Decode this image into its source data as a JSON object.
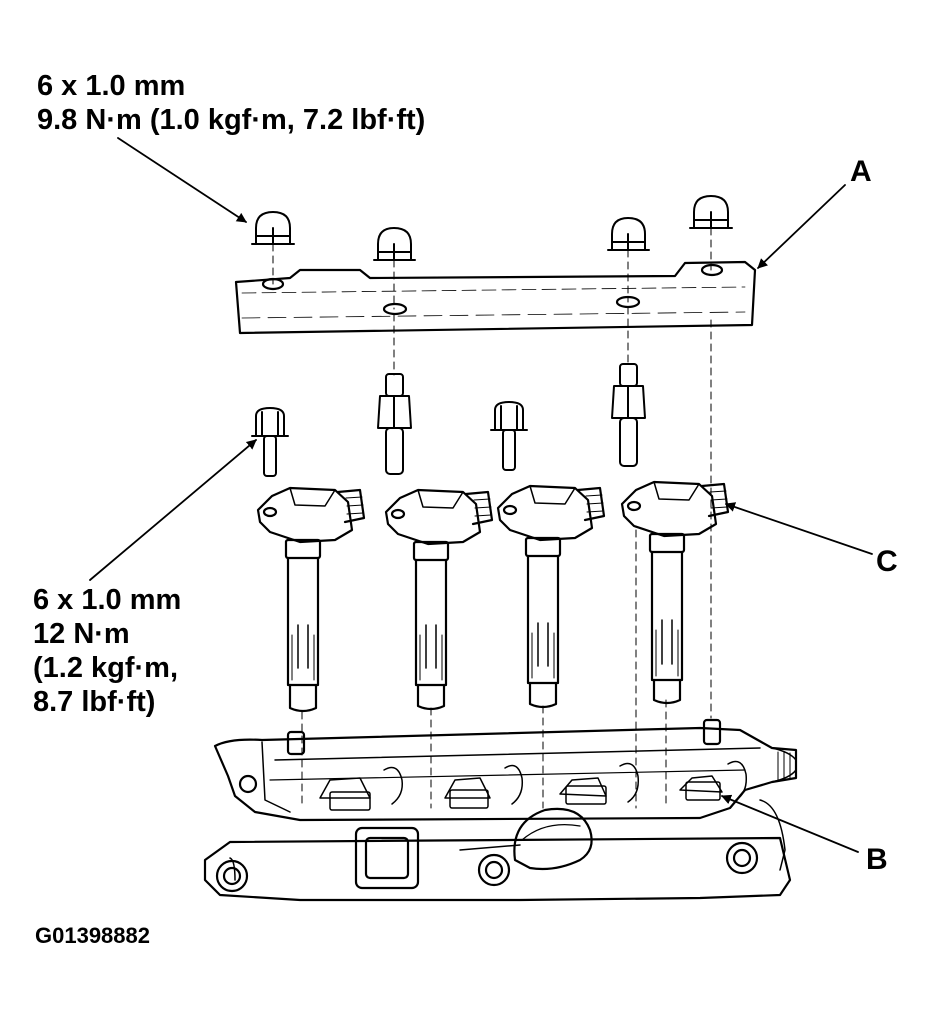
{
  "top_spec": {
    "line1": "6 x 1.0 mm",
    "line2": "9.8 N·m (1.0 kgf·m, 7.2 lbf·ft)"
  },
  "bottom_spec": {
    "line1": "6 x 1.0 mm",
    "line2": "12 N·m",
    "line3": "(1.2 kgf·m,",
    "line4": "8.7 lbf·ft)"
  },
  "callouts": {
    "a": "A",
    "b": "B",
    "c": "C"
  },
  "figure_code": "G01398882",
  "colors": {
    "line": "#000000",
    "background": "#ffffff"
  }
}
